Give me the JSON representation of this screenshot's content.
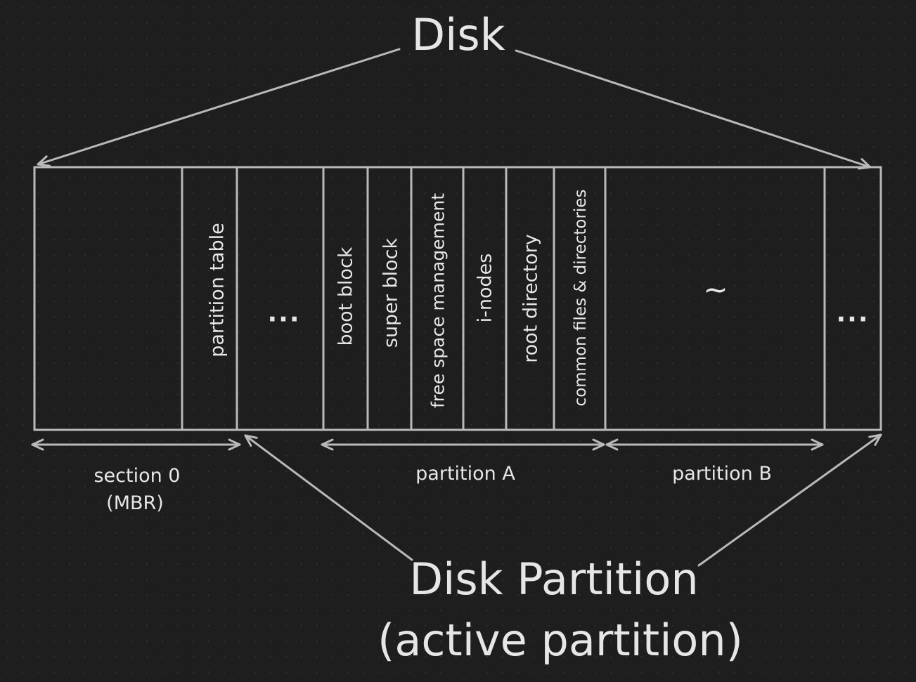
{
  "title": "Disk",
  "partition_title_line1": "Disk Partition",
  "partition_title_line2": "(active partition)",
  "cells": {
    "mbr_code": "",
    "partition_table": "partition table",
    "gap_ellipsis": "...",
    "boot_block": "boot block",
    "super_block": "super block",
    "free_space": "free space management",
    "inodes": "i-nodes",
    "root_dir": "root directory",
    "common_files": "common files & directories",
    "partition_b_content": "~",
    "tail_ellipsis": "..."
  },
  "ranges": {
    "section0_line1": "section 0",
    "section0_line2": "(MBR)",
    "partition_a": "partition A",
    "partition_b": "partition B"
  }
}
